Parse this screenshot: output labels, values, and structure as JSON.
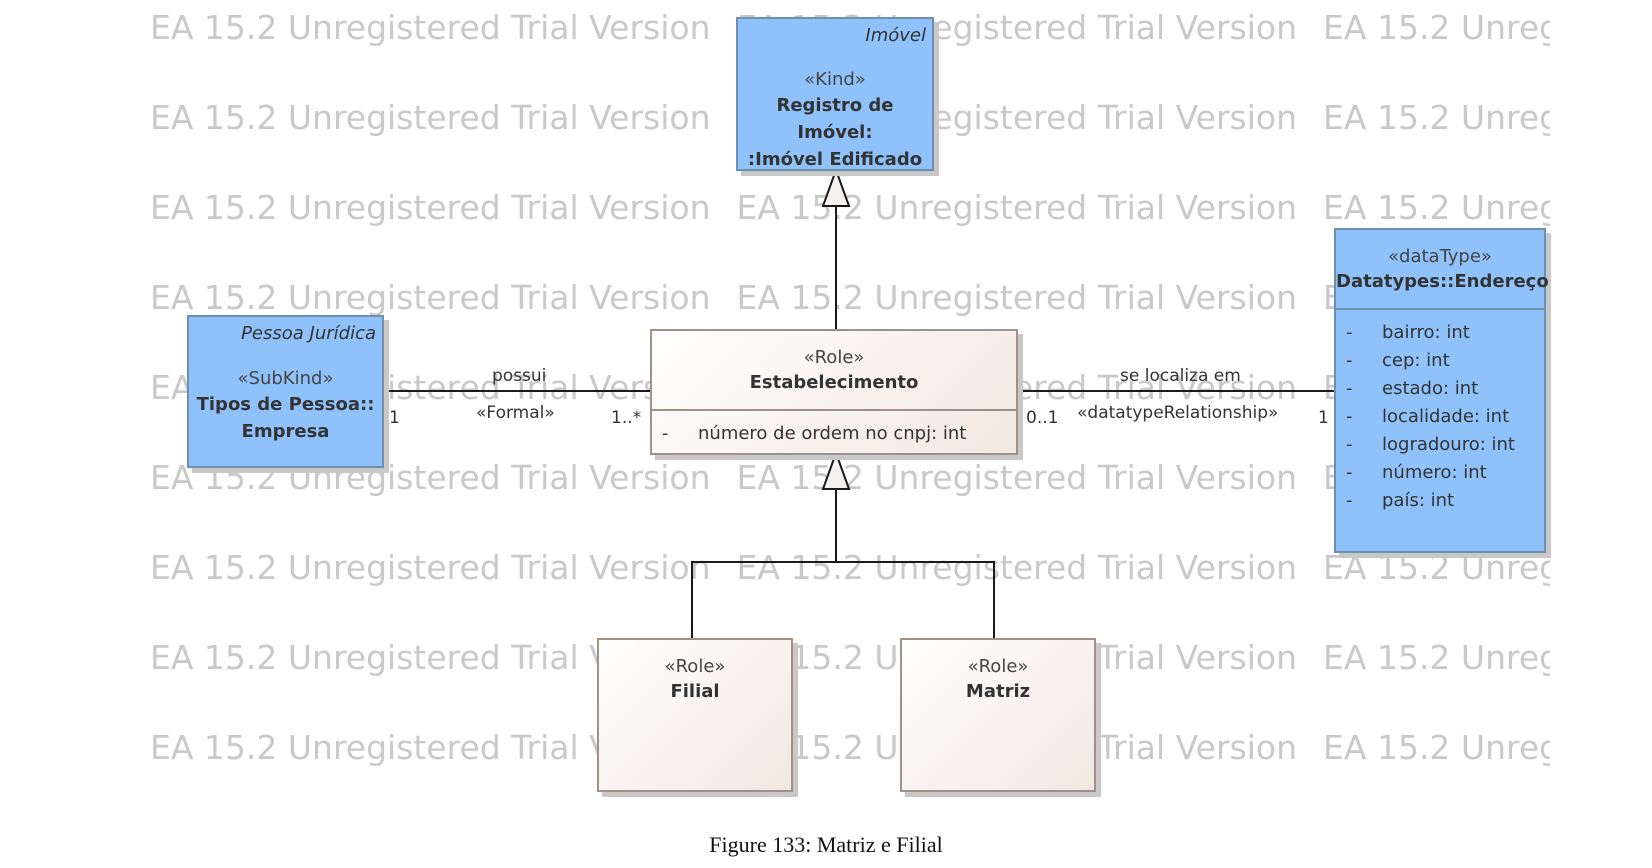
{
  "watermark": {
    "text": "EA 15.2 Unregistered Trial Version"
  },
  "classes": {
    "imovel": {
      "abstract": "Imóvel",
      "stereotype": "«Kind»",
      "name_line1": "Registro de Imóvel:",
      "name_line2": ":Imóvel Edificado"
    },
    "pessoa": {
      "abstract": "Pessoa Jurídica",
      "stereotype": "«SubKind»",
      "name_line1": "Tipos de Pessoa::",
      "name_line2": "Empresa"
    },
    "estabelecimento": {
      "stereotype": "«Role»",
      "name": "Estabelecimento",
      "attributes": [
        {
          "vis": "-",
          "text": "número de ordem no cnpj: int"
        }
      ]
    },
    "endereco": {
      "stereotype": "«dataType»",
      "name": "Datatypes::Endereço",
      "attributes": [
        {
          "vis": "-",
          "text": "bairro: int"
        },
        {
          "vis": "-",
          "text": "cep: int"
        },
        {
          "vis": "-",
          "text": "estado: int"
        },
        {
          "vis": "-",
          "text": "localidade: int"
        },
        {
          "vis": "-",
          "text": "logradouro: int"
        },
        {
          "vis": "-",
          "text": "número: int"
        },
        {
          "vis": "-",
          "text": "país: int"
        }
      ]
    },
    "filial": {
      "stereotype": "«Role»",
      "name": "Filial"
    },
    "matriz": {
      "stereotype": "«Role»",
      "name": "Matriz"
    }
  },
  "associations": {
    "possui": {
      "name": "possui",
      "stereotype": "«Formal»",
      "mult_left": "1",
      "mult_right": "1..*"
    },
    "localiza": {
      "name": "se localiza em",
      "stereotype": "«datatypeRelationship»",
      "mult_left": "0..1",
      "mult_right": "1"
    }
  },
  "caption": "Figure 133: Matriz e Filial"
}
